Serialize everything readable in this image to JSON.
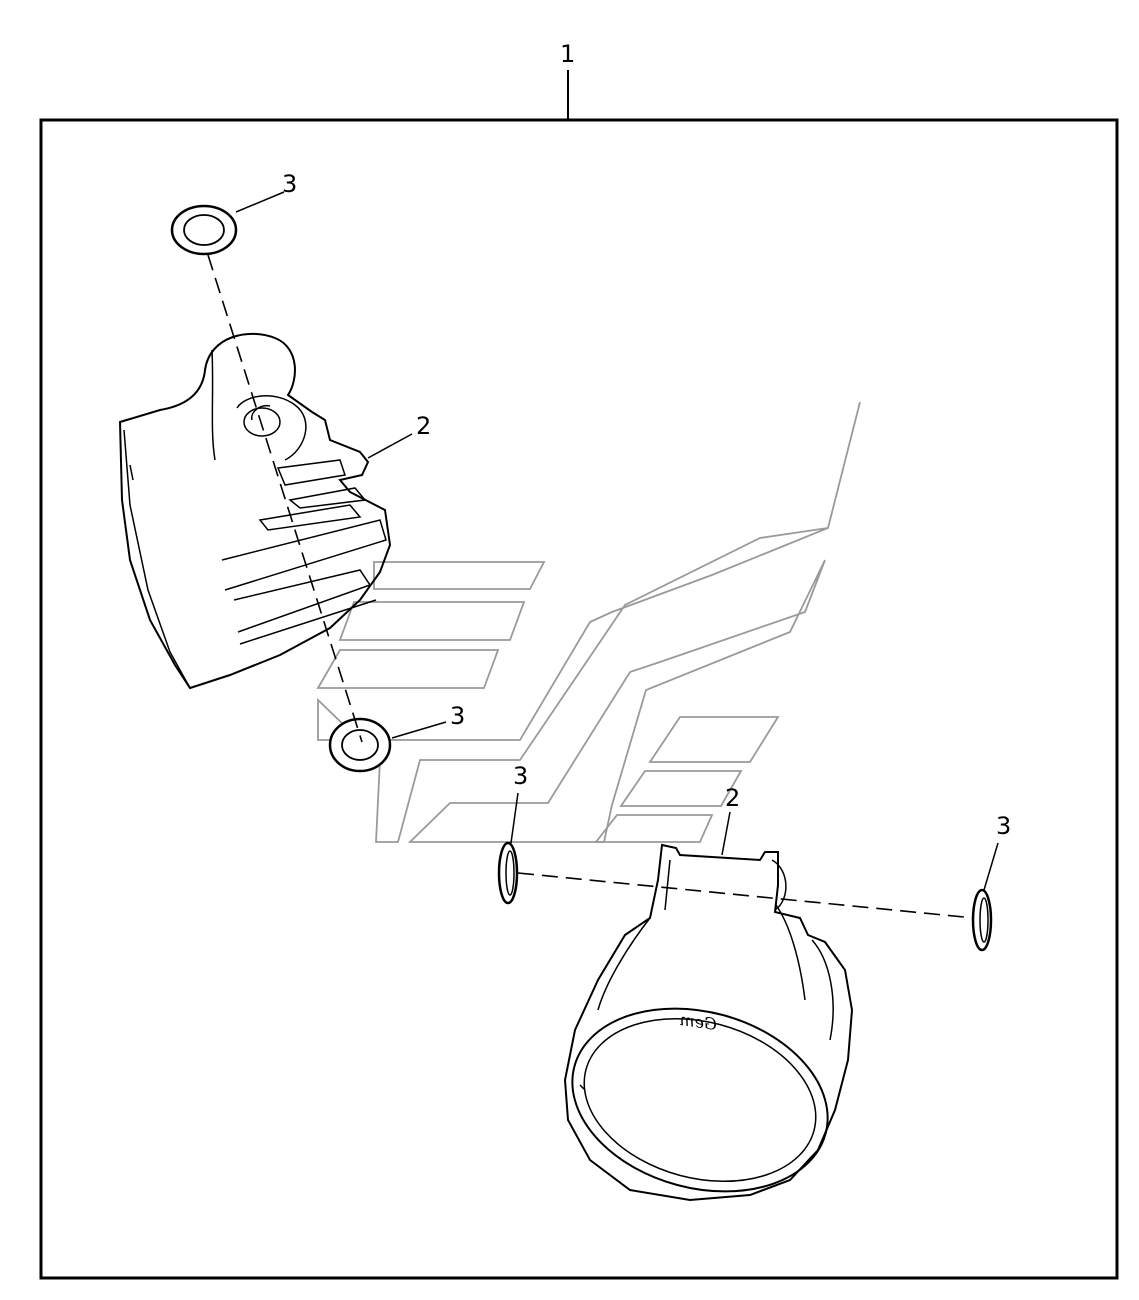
{
  "diagram": {
    "callouts": {
      "kit": "1",
      "lamp_upper": "2",
      "lamp_lower": "2",
      "washer_top": "3",
      "washer_middle": "3",
      "washer_left": "3",
      "washer_right": "3"
    },
    "lamp_logo": "Gem"
  },
  "colors": {
    "line": "#000000",
    "watermark": "#9a9a9a",
    "background": "#ffffff"
  }
}
